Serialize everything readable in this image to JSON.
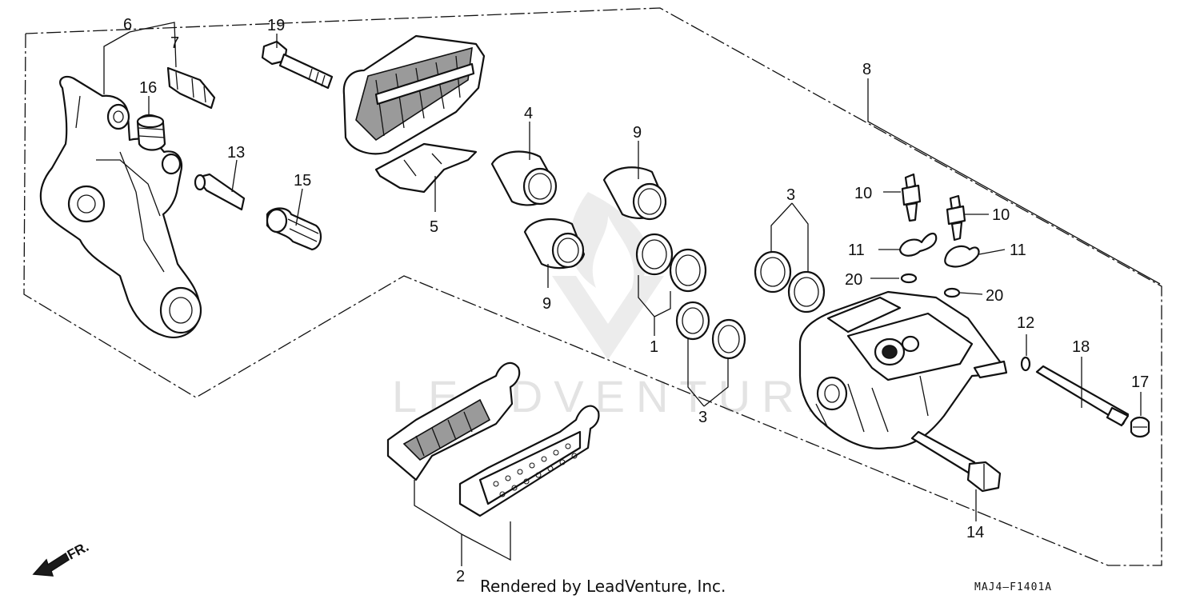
{
  "diagram": {
    "watermark": "LEADVENTURE",
    "credit": "Rendered by LeadVenture, Inc.",
    "drawing_code": "MAJ4–F1401A",
    "direction_label": "FR.",
    "callouts": [
      {
        "id": "c6",
        "text": "6"
      },
      {
        "id": "c7",
        "text": "7"
      },
      {
        "id": "c19",
        "text": "19"
      },
      {
        "id": "c16",
        "text": "16"
      },
      {
        "id": "c13",
        "text": "13"
      },
      {
        "id": "c15",
        "text": "15"
      },
      {
        "id": "c5",
        "text": "5"
      },
      {
        "id": "c4",
        "text": "4"
      },
      {
        "id": "c9a",
        "text": "9"
      },
      {
        "id": "c9b",
        "text": "9"
      },
      {
        "id": "c1",
        "text": "1"
      },
      {
        "id": "c3a",
        "text": "3"
      },
      {
        "id": "c3b",
        "text": "3"
      },
      {
        "id": "c8",
        "text": "8"
      },
      {
        "id": "c10a",
        "text": "10"
      },
      {
        "id": "c10b",
        "text": "10"
      },
      {
        "id": "c11a",
        "text": "11"
      },
      {
        "id": "c11b",
        "text": "11"
      },
      {
        "id": "c20a",
        "text": "20"
      },
      {
        "id": "c20b",
        "text": "20"
      },
      {
        "id": "c12",
        "text": "12"
      },
      {
        "id": "c18",
        "text": "18"
      },
      {
        "id": "c17",
        "text": "17"
      },
      {
        "id": "c14",
        "text": "14"
      },
      {
        "id": "c2",
        "text": "2"
      }
    ]
  }
}
